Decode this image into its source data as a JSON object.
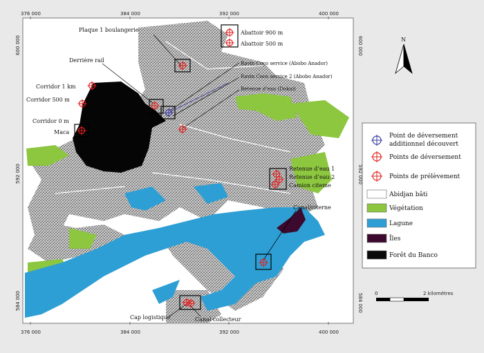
{
  "map": {
    "x_coords": [
      "376 000",
      "384 000",
      "392 000",
      "400 000"
    ],
    "y_coords": [
      "600 000",
      "592 000",
      "584 000"
    ],
    "north_label": "N",
    "labels": {
      "plaque_boulangerie": "Plaque 1 boulangerie",
      "abattoir_900": "Abattoir 900 m",
      "abattoir_500": "Abattoir 500 m",
      "derriere_rail": "Derrière rail",
      "ravin_coco_1": "Ravin Coco service (Abobo Anador)",
      "ravin_coco_2": "Ravin Coco service 2 (Abobo Anador)",
      "retenue_dokui": "Retenue d’eau (Dokui)",
      "corridor_1km": "Corridor 1 km",
      "corridor_500": "Corridor 500 m",
      "corridor_0": "Corridor 0 m",
      "maca": "Maca",
      "retenue_1": "Retenue d’eau 1",
      "retenue_2": "Retenue d’eau 2",
      "camion_citerne": "Camion citeme",
      "canal_citerne": "Canal/citerne",
      "cap_logistique": "Cap logistique",
      "canal_collecteur": "Canal collecteur"
    },
    "legend": {
      "items": [
        {
          "label": "Point de déversement additionnel découvert",
          "symbol": "blue-target-icon",
          "color": "#3a3aa0"
        },
        {
          "label": "Points de déversement",
          "symbol": "red-target-icon",
          "color": "#e02020"
        },
        {
          "label": "Points de prélèvement",
          "symbol": "red-circle-target-icon",
          "color": "#e02020"
        },
        {
          "label": "Abidjan bâti",
          "symbol": "white-box",
          "color": "#ffffff"
        },
        {
          "label": "Végétation",
          "symbol": "green-box",
          "color": "#8dc63f"
        },
        {
          "label": "Lagune",
          "symbol": "blue-box",
          "color": "#2e9fd4"
        },
        {
          "label": "Îles",
          "symbol": "purple-box",
          "color": "#3c0a2e"
        },
        {
          "label": "Forêt du Banco",
          "symbol": "black-box",
          "color": "#0a0a0a"
        }
      ]
    },
    "scale": {
      "start": "0",
      "end": "2 kilomètres"
    }
  }
}
